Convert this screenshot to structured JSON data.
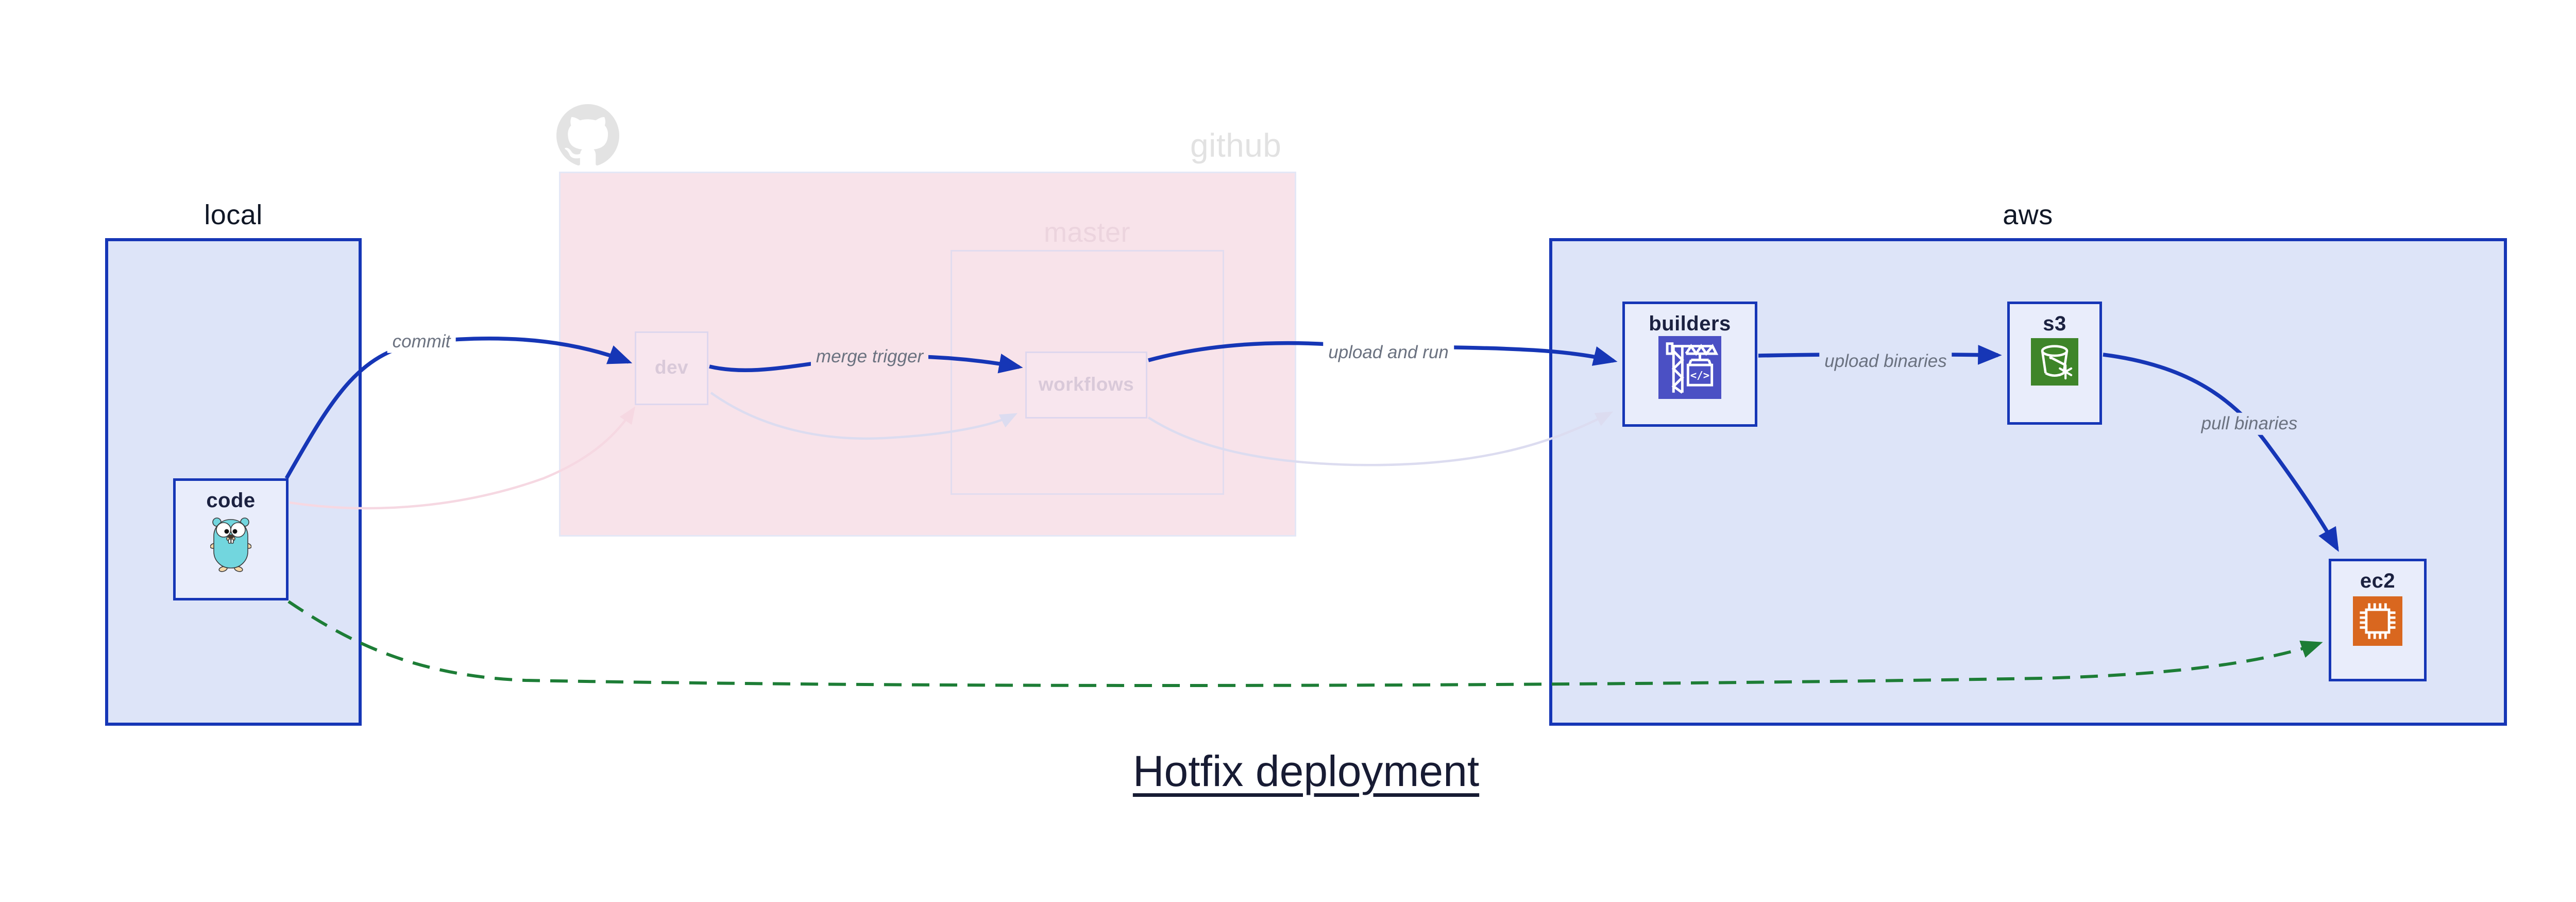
{
  "title": {
    "text": "Hotfix deployment"
  },
  "containers": {
    "local": {
      "label": "local"
    },
    "github": {
      "label": "github"
    },
    "master": {
      "label": "master"
    },
    "aws": {
      "label": "aws"
    }
  },
  "nodes": {
    "code": {
      "label": "code",
      "icon": "go-gopher"
    },
    "dev": {
      "label": "dev"
    },
    "workflows": {
      "label": "workflows"
    },
    "builders": {
      "label": "builders",
      "icon": "aws-codebuild"
    },
    "s3": {
      "label": "s3",
      "icon": "aws-s3-bucket-snowflake"
    },
    "ec2": {
      "label": "ec2",
      "icon": "aws-ec2-chip"
    }
  },
  "edges": {
    "commit": {
      "label": "commit",
      "style": "solid",
      "color": "#1636b6"
    },
    "merge_trigger": {
      "label": "merge trigger",
      "style": "solid",
      "color": "#1636b6"
    },
    "upload_and_run": {
      "label": "upload and run",
      "style": "solid",
      "color": "#1636b6"
    },
    "upload_binaries": {
      "label": "upload binaries",
      "style": "solid",
      "color": "#1636b6"
    },
    "pull_binaries": {
      "label": "pull binaries",
      "style": "solid",
      "color": "#1636b6"
    },
    "hotfix_shortcut": {
      "label": "",
      "style": "dashed",
      "color": "#1d7d36"
    },
    "ghost_code_dev": {
      "style": "solid",
      "color": "#f6d8e2"
    },
    "ghost_dev_workflows": {
      "style": "solid",
      "color": "#dcdcf0"
    },
    "ghost_workflows_builders": {
      "style": "solid",
      "color": "#dcdcf0"
    }
  },
  "icons": {
    "codebuild_glyph": "</>"
  },
  "colors": {
    "accent_blue": "#1636b6",
    "container_fill": "#dde4f8",
    "node_fill": "#e9edfb",
    "github_pink": "#f8e3ea",
    "ghost_lavender": "#dcdcf0",
    "ghost_pink": "#f6d8e2",
    "green_dashed": "#1d7d36",
    "codebuild_indigo": "#4b50c4",
    "s3_green": "#3e8529",
    "ec2_orange": "#d9671f",
    "github_gray": "#e3e3e3",
    "label_gray": "#6b7280",
    "title_navy": "#171b33"
  }
}
